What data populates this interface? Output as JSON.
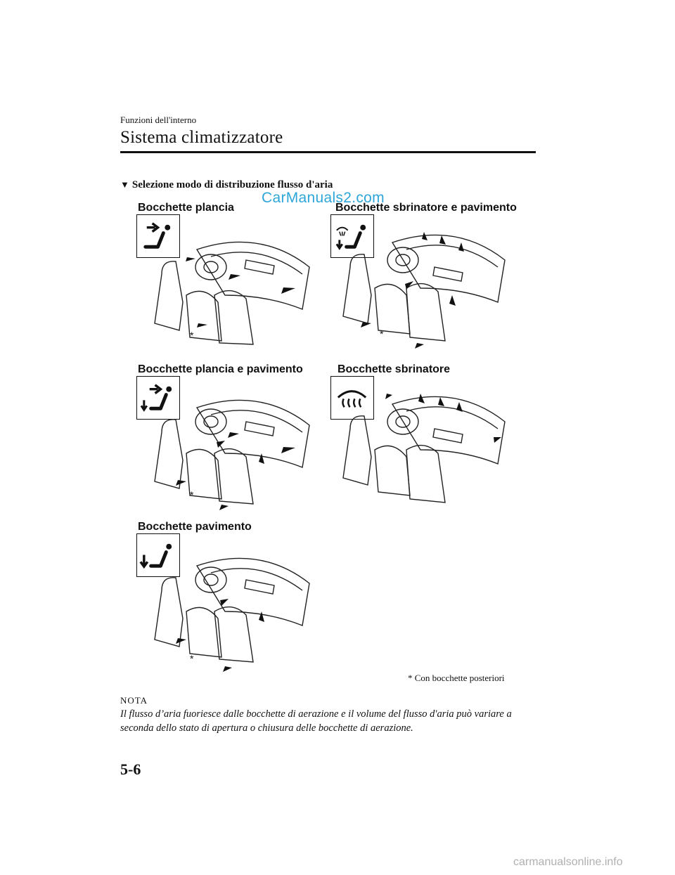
{
  "header": {
    "section": "Funzioni dell'interno",
    "title": "Sistema climatizzatore"
  },
  "subheading": {
    "marker": "▼",
    "text": "Selezione modo di distribuzione flusso d'aria"
  },
  "watermark_top": "CarManuals2.com",
  "panels": [
    {
      "label": "Bocchette plancia",
      "icon": "face-vent-icon",
      "asterisk": "*"
    },
    {
      "label": "Bocchette sbrinatore e pavimento",
      "icon": "defrost-floor-icon",
      "asterisk": "*"
    },
    {
      "label": "Bocchette plancia e pavimento",
      "icon": "face-floor-icon",
      "asterisk": "*"
    },
    {
      "label": "Bocchette sbrinatore",
      "icon": "defrost-icon",
      "asterisk": ""
    },
    {
      "label": "Bocchette pavimento",
      "icon": "floor-icon",
      "asterisk": "*"
    }
  ],
  "footnote": "* Con bocchette posteriori",
  "nota": {
    "title": "NOTA",
    "text": "Il flusso d’aria fuoriesce dalle bocchette di aerazione e il volume del flusso d'aria può variare a seconda dello stato di apertura o chiusura delle bocchette di aerazione."
  },
  "page_number": "5-6",
  "watermark_bottom": "carmanualsonline.info"
}
